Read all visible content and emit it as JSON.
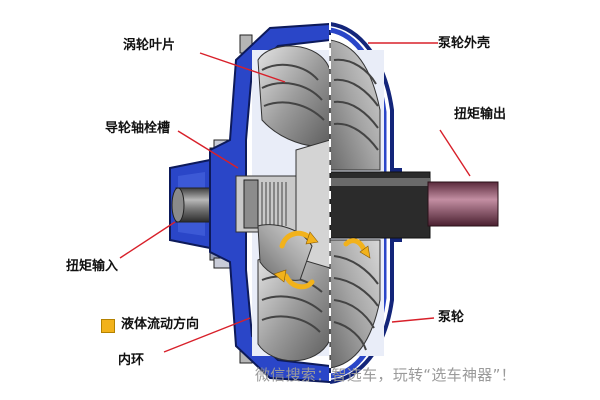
{
  "labels": {
    "turbine_blades": "涡轮叶片",
    "pump_housing": "泵轮外壳",
    "stator_spline": "导轮轴栓槽",
    "torque_output": "扭矩输出",
    "torque_input": "扭矩输入",
    "fluid_flow_direction": "液体流动方向",
    "pump_impeller": "泵轮",
    "inner_ring": "内环"
  },
  "watermark": "微信搜索：智选车，玩转“选车神器”！",
  "colors": {
    "housing_blue": "#2a46c8",
    "housing_dark_blue": "#13257a",
    "blade_gray": "#b9b9b9",
    "shaft_gray": "#6f6f6f",
    "output_shaft_pink": "#9a5a72",
    "flow_arrow": "#f2b21b",
    "leader_red": "#d8202a"
  }
}
